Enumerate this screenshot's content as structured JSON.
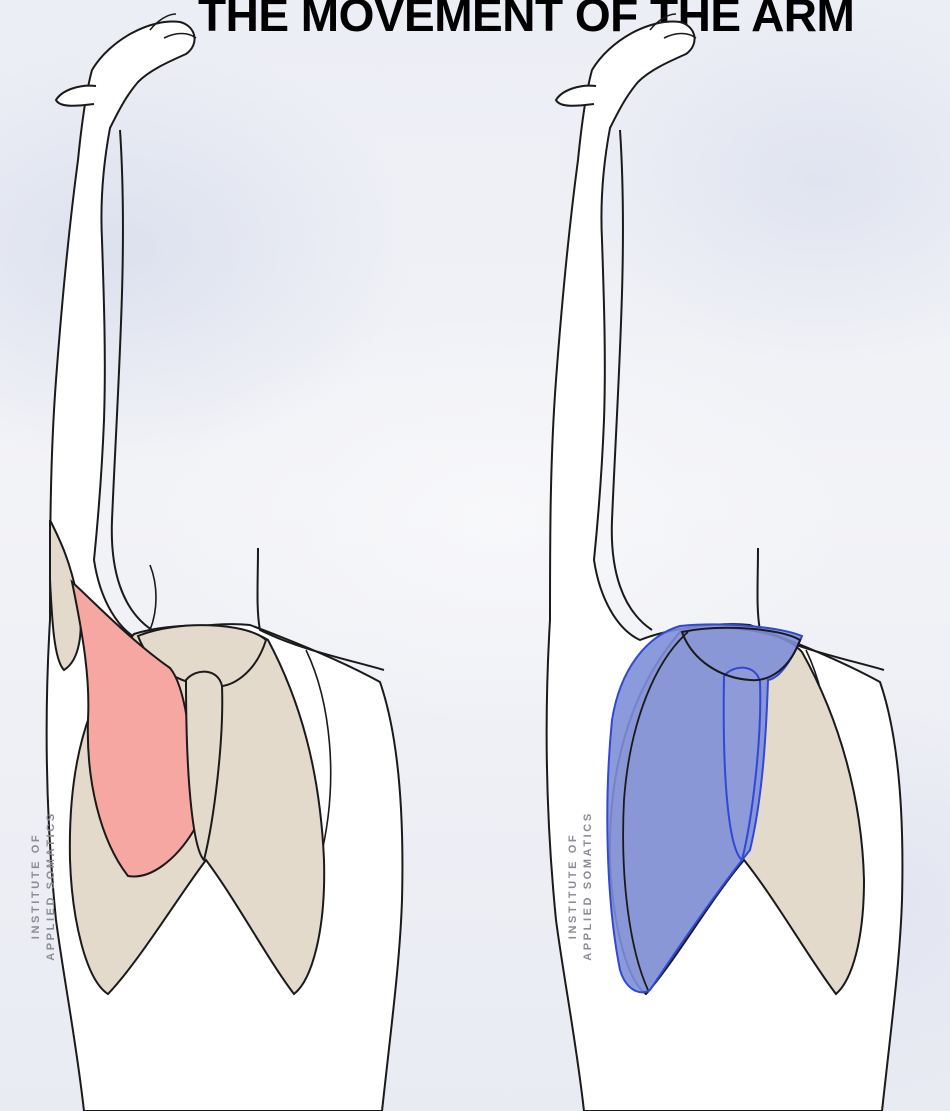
{
  "title": "THE MOVEMENT OF THE ARM",
  "watermark": {
    "line1": "INSTITUTE OF",
    "line2": "APPLIED SOMATICS"
  },
  "colors": {
    "outline": "#1a1a1a",
    "skin": "#ffffff",
    "bone": "#e3dacb",
    "left_highlight": "#f6a7a2",
    "right_highlight": "#7e8fd8",
    "right_highlight_edge": "#2f48d6"
  },
  "figures": [
    {
      "name": "left-figure",
      "highlight": "red"
    },
    {
      "name": "right-figure",
      "highlight": "blue"
    }
  ]
}
